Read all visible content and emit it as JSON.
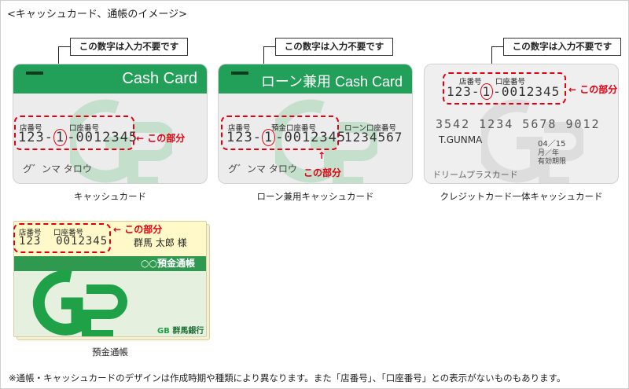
{
  "title": "<キャッシュカード、通帳のイメージ>",
  "callout_text": "この数字は入力不要です",
  "note_label": "この部分",
  "bank_logo": "GB",
  "cards": [
    {
      "caption": "キャッシュカード",
      "band_label": "Cash Card",
      "branch_label": "店番号",
      "account_label": "口座番号",
      "branch_no": "123",
      "mid_no": "1",
      "account_no": "0012345",
      "holder": "グ゛ンマ タロウ"
    },
    {
      "caption": "ローン兼用キャッシュカード",
      "band_label": "ローン兼用 Cash Card",
      "branch_label": "店番号",
      "account_label": "預金口座番号",
      "loan_label": "ローン口座番号",
      "branch_no": "123",
      "mid_no": "1",
      "account_no": "0012345",
      "loan_no": "1234567",
      "holder": "グ゛ンマ タロウ"
    },
    {
      "caption": "クレジットカード一体キャッシュカード",
      "branch_label": "店番号",
      "account_label": "口座番号",
      "branch_no": "123",
      "mid_no": "1",
      "account_no": "0012345",
      "card_number": "3542 1234 5678 9012",
      "holder": "T.GUNMA",
      "expiry": "04／15",
      "expiry_unit": "月／年",
      "expiry_label": "有効期限",
      "brand": "ドリームプラスカード"
    }
  ],
  "passbook": {
    "caption": "預金通帳",
    "branch_label": "店番号",
    "account_label": "口座番号",
    "branch_no": "123",
    "account_no": "0012345",
    "holder": "群馬 太郎 様",
    "book_title": "○○預金通帳",
    "bank_name": "群馬銀行"
  },
  "footnote": "※通帳・キャッシュカードのデザインは作成時期や種類により異なります。また「店番号」、「口座番号」との表示がないものもあります。",
  "colors": {
    "brand_green": "#22a05a",
    "highlight_red": "#e00012",
    "passbook_yellow": "#fff8c8"
  }
}
